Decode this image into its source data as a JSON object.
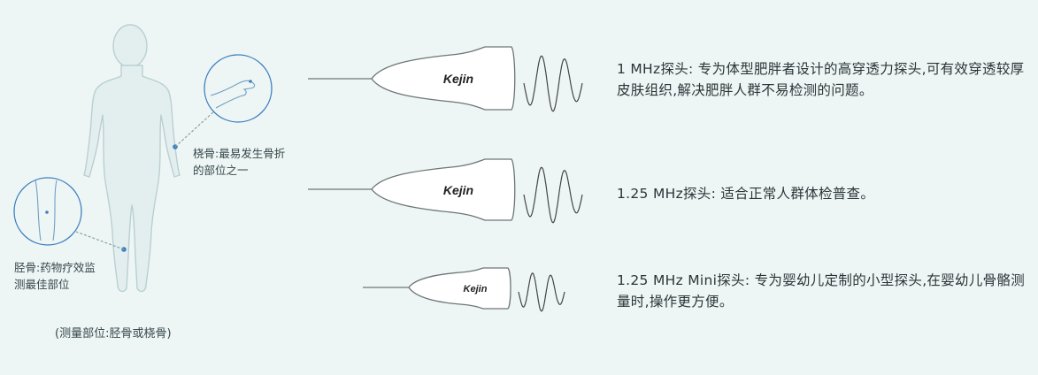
{
  "figure": {
    "radius_label": "桡骨:最易发生骨折的部位之一",
    "tibia_label": "胫骨:药物疗效监测最佳部位",
    "measure_caption": "(测量部位:胫骨或桡骨)"
  },
  "probes": [
    {
      "brand": "Kejin",
      "description": "1 MHz探头: 专为体型肥胖者设计的高穿透力探头,可有效穿透较厚皮肤组织,解决肥胖人群不易检测的问题。"
    },
    {
      "brand": "Kejin",
      "description": "1.25 MHz探头: 适合正常人群体检普查。"
    },
    {
      "brand": "Kejin",
      "description": "1.25 MHz Mini探头: 专为婴幼儿定制的小型探头,在婴幼儿骨骼测量时,操作更方便。"
    }
  ],
  "colors": {
    "background": "#eef6f5",
    "figure_stroke": "#b9cfd2",
    "figure_fill": "#e3efef",
    "accent_dot": "#3f7fbf",
    "probe_fill": "#ffffff",
    "probe_stroke": "#6d7577"
  }
}
